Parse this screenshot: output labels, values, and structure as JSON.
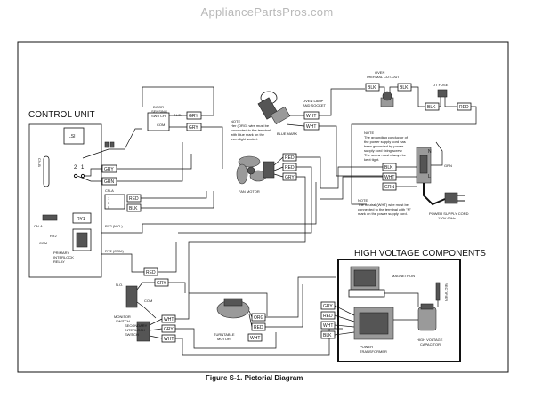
{
  "watermark": "AppliancePartsPros.com",
  "title": "Figure S-1. Pictorial Diagram",
  "sections": {
    "control_unit": "CONTROL UNIT",
    "high_voltage": "HIGH VOLTAGE COMPONENTS"
  },
  "control_unit": {
    "display": "LSI",
    "cn_b": "CN-B",
    "cn_a": "CN-A",
    "ry1": "RY1",
    "ry2": "RY2",
    "com": "COM",
    "pins": [
      "2",
      "1"
    ],
    "primary_relay_lines": [
      "PRIMARY",
      "INTERLOCK",
      "RELAY"
    ],
    "cn_a_pins": [
      "1",
      "3",
      "5"
    ],
    "ry2_no": "RY2 (N.O.)",
    "ry2_com": "RY2 (COM)"
  },
  "components": {
    "door_sensing_lines": [
      "DOOR",
      "SENSING",
      "SWITCH"
    ],
    "no": "N.O.",
    "com": "COM",
    "oven_lamp_lines": [
      "OVEN LAMP",
      "AND SOCKET"
    ],
    "blue_mark": "BLUE MARK",
    "oven_thermal_lines": [
      "OVEN",
      "THERMAL CUT-OUT"
    ],
    "ot_fuse": "OT FUSE",
    "fan_motor": "FAN MOTOR",
    "monitor_switch_lines": [
      "MONITOR",
      "SWITCH"
    ],
    "secondary_lines": [
      "SECONDARY",
      "INTERLOCK",
      "SWITCH"
    ],
    "turntable_lines": [
      "TURNTABLE",
      "MOTOR"
    ],
    "magnetron": "MAGNETRON",
    "power_transformer_lines": [
      "POWER",
      "TRANSFORMER"
    ],
    "hv_capacitor_lines": [
      "HIGH VOLTAGE",
      "CAPACITOR"
    ],
    "rectifier": "RECTIFIER",
    "power_cord_lines": [
      "POWER SUPPLY CORD",
      "120V 60Hz"
    ],
    "grn": "GRN",
    "n": "N",
    "l": "L"
  },
  "notes": {
    "note1_lines": [
      "NOTE",
      "Her (ORG) wire must be",
      "connected to the terminal",
      "with blue mark on the",
      "oven light socket."
    ],
    "note2_lines": [
      "NOTE",
      "The grounding conductor of",
      "the power supply cord has",
      "been grounded by power",
      "supply cord fixing screw.",
      "The screw must always be",
      "kept tight."
    ],
    "note3_lines": [
      "NOTE",
      "The neutral (WHT) wire must be",
      "connected to the terminal with \"N\"",
      "mark on the power supply cord."
    ]
  },
  "wire_labels": {
    "gry_cu": "GRY",
    "grn_cu": "GRN",
    "red_cna": "RED",
    "blk_cna": "BLK",
    "gry_ds1": "GRY",
    "gry_ds2": "GRY",
    "wht_lamp1": "WHT",
    "wht_lamp2": "WHT",
    "blk_th1": "BLK",
    "blk_th2": "BLK",
    "blk_fuse": "BLK",
    "red_fuse": "RED",
    "red_fan1": "RED",
    "red_fan2": "RED",
    "gry_fan": "GRY",
    "grn_cord": "GRN",
    "blk_cord": "BLK",
    "wht_cord": "WHT",
    "red_ry": "RED",
    "gry_mon": "GRY",
    "wht_sec1": "WHT",
    "gry_sec": "GRY",
    "wht_sec2": "WHT",
    "org_tt": "ORG",
    "red_tt": "RED",
    "wht_tt": "WHT",
    "gry_tr": "GRY",
    "red_tr": "RED",
    "wht_tr": "WHT",
    "blk_tr": "BLK"
  }
}
